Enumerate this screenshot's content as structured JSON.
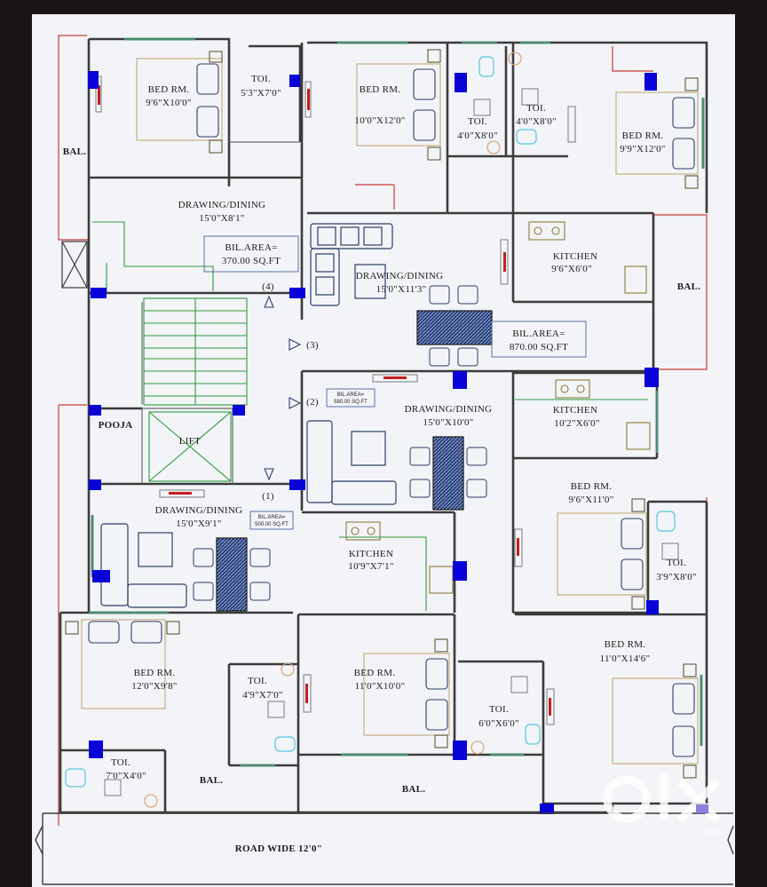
{
  "plan": {
    "rooms": {
      "bed_tl": {
        "name": "BED RM.",
        "dim": "9'6\"X10'0\""
      },
      "toi_tl": {
        "name": "TOI.",
        "dim": "5'3\"X7'0\""
      },
      "bed_tc": {
        "name": "BED RM.",
        "dim": "10'0\"X12'0\""
      },
      "toi_tc1": {
        "name": "TOI.",
        "dim": "4'0\"X8'0\""
      },
      "toi_tc2": {
        "name": "TOI.",
        "dim": "4'0\"X8'0\""
      },
      "bed_tr": {
        "name": "BED RM.",
        "dim": "9'9\"X12'0\""
      },
      "bal_l": {
        "name": "BAL."
      },
      "dd_tl": {
        "name": "DRAWING/DINING",
        "dim": "15'0\"X8'1\""
      },
      "dd_c": {
        "name": "DRAWING/DINING",
        "dim": "15'0\"X11'3\""
      },
      "kit_tr": {
        "name": "KITCHEN",
        "dim": "9'6\"X6'0\""
      },
      "bal_r": {
        "name": "BAL."
      },
      "pooja": {
        "name": "POOJA"
      },
      "lift": {
        "name": "LIFT"
      },
      "dd_mc": {
        "name": "DRAWING/DINING",
        "dim": "15'0\"X10'0\""
      },
      "kit_mr": {
        "name": "KITCHEN",
        "dim": "10'2\"X6'0\""
      },
      "bed_mr": {
        "name": "BED RM.",
        "dim": "9'6\"X11'0\""
      },
      "toi_mr": {
        "name": "TOI.",
        "dim": "3'9\"X8'0\""
      },
      "dd_bl": {
        "name": "DRAWING/DINING",
        "dim": "15'0\"X9'1\""
      },
      "kit_bc": {
        "name": "KITCHEN",
        "dim": "10'9\"X7'1\""
      },
      "bed_br": {
        "name": "BED RM.",
        "dim": "11'0\"X14'6\""
      },
      "bed_bl": {
        "name": "BED RM.",
        "dim": "12'0\"X9'8\""
      },
      "toi_bl": {
        "name": "TOI.",
        "dim": "4'9\"X7'0\""
      },
      "bed_bc": {
        "name": "BED RM.",
        "dim": "11'0\"X10'0\""
      },
      "toi_bc": {
        "name": "TOI.",
        "dim": "6'0\"X6'0\""
      },
      "toi_bll": {
        "name": "TOI.",
        "dim": "7'0\"X4'0\""
      },
      "bal_b1": {
        "name": "BAL."
      },
      "bal_b2": {
        "name": "BAL."
      }
    },
    "areas": {
      "a1_label": "BIL.AREA=",
      "a1_value": "370.00 SQ.FT",
      "a2_label": "BIL.AREA=",
      "a2_value": "870.00 SQ.FT",
      "a3_label": "BIL.AREA=",
      "a3_value": "580.00 SQ.FT",
      "a4_label": "BIL.AREA=",
      "a4_value": "500.00 SQ.FT"
    },
    "flats": {
      "f1": "(1)",
      "f2": "(2)",
      "f3": "(3)",
      "f4": "(4)"
    },
    "road": "ROAD WIDE 12'0\""
  },
  "watermark": {
    "brand": "OLX",
    "sub": "INDIA"
  },
  "colors": {
    "wall": "#3b3b3b",
    "column": "#0a00d8",
    "boundary": "#c63a3a",
    "stair": "#2f9a3f",
    "furniture": "#2e3c6a",
    "bed": "#c9b58a",
    "door_red": "#c21f1f",
    "water": "#58c6de",
    "area_box": "#5a6fa6"
  }
}
